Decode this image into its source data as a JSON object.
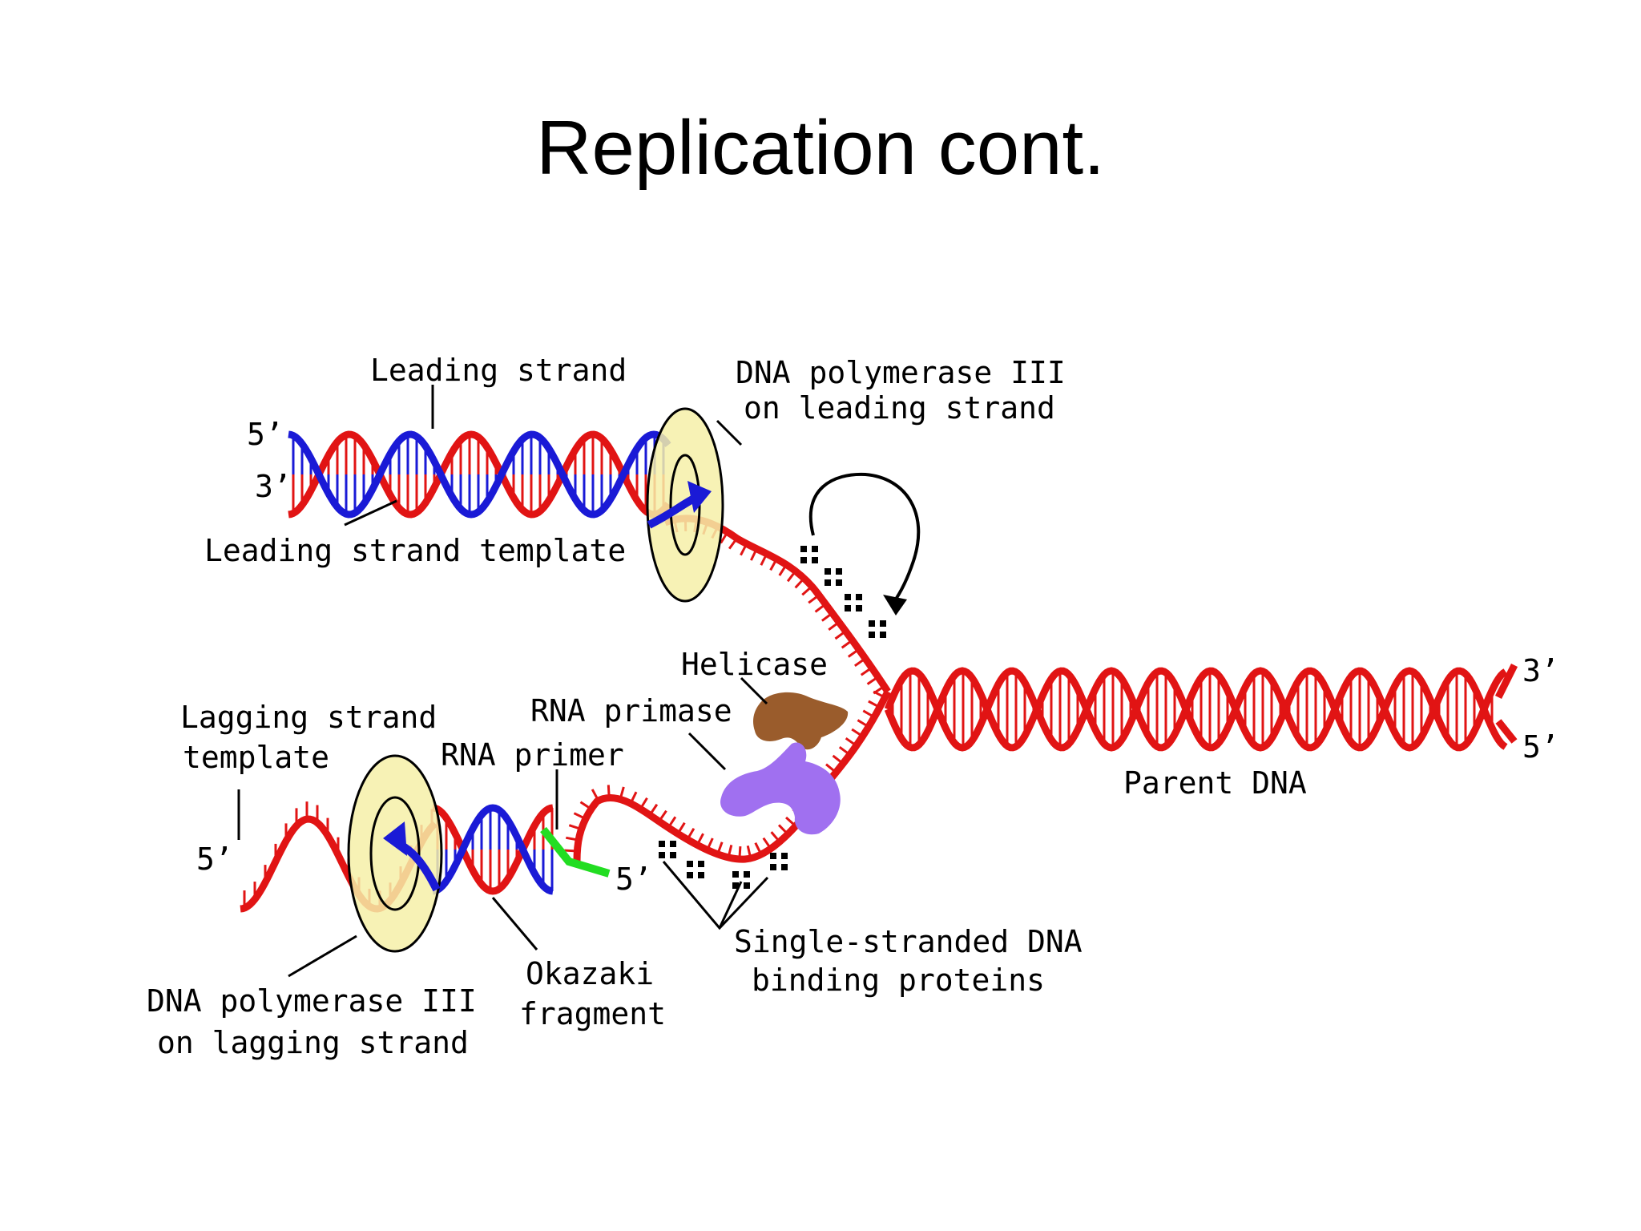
{
  "title": "Replication cont.",
  "colors": {
    "parent_strand": "#e11414",
    "new_strand": "#1a1ad6",
    "rna_primer": "#22dd22",
    "polymerase": "#f6f0a8",
    "helicase": "#9a5c2c",
    "primase": "#a070f0",
    "arrow": "#1a1ad6"
  },
  "labels": {
    "leading_strand": "Leading strand",
    "dna_pol_leading_1": "DNA polymerase III",
    "dna_pol_leading_2": "on leading strand",
    "leading_strand_template": "Leading strand template",
    "helicase": "Helicase",
    "rna_primase": "RNA primase",
    "lagging_template_1": "Lagging strand",
    "lagging_template_2": "template",
    "rna_primer": "RNA primer",
    "parent_dna": "Parent DNA",
    "dna_pol_lagging_1": "DNA polymerase III",
    "dna_pol_lagging_2": "on lagging strand",
    "okazaki_1": "Okazaki",
    "okazaki_2": "fragment",
    "ssb_1": "Single-stranded DNA",
    "ssb_2": "binding proteins"
  },
  "ends": {
    "leading_top_5": "5’",
    "leading_top_3": "3’",
    "parent_3": "3’",
    "parent_5": "5’",
    "lagging_5": "5’",
    "primer_5": "5’"
  }
}
